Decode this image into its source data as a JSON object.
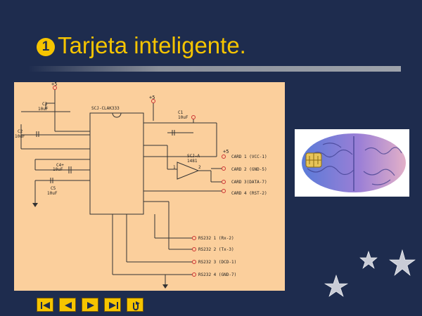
{
  "slide": {
    "title": "Tarjeta inteligente.",
    "bullet_glyph": "1",
    "accent_color": "#f5c400",
    "background_color": "#1e2c4e"
  },
  "schematic": {
    "background_color": "#fbcf9c",
    "supply_labels": [
      "+5",
      "+5",
      "+5"
    ],
    "ic_main": "SCJ-CLAK333",
    "ic_buffer": [
      "SCJ-A",
      "1481"
    ],
    "buffer_pins": [
      "1",
      "2"
    ],
    "capacitors": [
      {
        "name": "C3",
        "value": "10uF"
      },
      {
        "name": "C1",
        "value": "10uF"
      },
      {
        "name": "C2",
        "value": "10uF"
      },
      {
        "name": "C4+",
        "value": "10uF"
      },
      {
        "name": "C5",
        "value": "10uF"
      }
    ],
    "card_pins": [
      "CARD 1 (VCC-1)",
      "CARD 2 (GND-5)",
      "CARD 3(DATA-7)",
      "CARD 4 (RST-2)"
    ],
    "rs232_pins": [
      "RS232 1 (Rx-2)",
      "RS232 2 (Tx-3)",
      "RS232 3 (DCD-1)",
      "RS232 4 (GND-7)"
    ]
  },
  "image": {
    "subject": "brain-with-smart-chip"
  },
  "nav": [
    {
      "name": "first-slide-button",
      "icon": "first-icon"
    },
    {
      "name": "previous-slide-button",
      "icon": "previous-icon"
    },
    {
      "name": "next-slide-button",
      "icon": "next-icon"
    },
    {
      "name": "last-slide-button",
      "icon": "last-icon"
    },
    {
      "name": "return-button",
      "icon": "return-icon"
    }
  ]
}
